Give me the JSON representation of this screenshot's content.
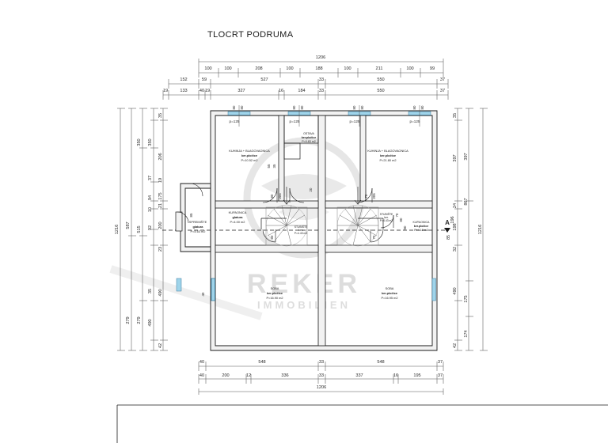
{
  "page": {
    "title": "TLOCRT PODRUMA",
    "watermark_line1": "REKER",
    "watermark_line2": "IMMOBILIEN",
    "section_marker": "A"
  },
  "colors": {
    "ink": "#1a1a1a",
    "wall_fill": "#f2f2f2",
    "window_glass": "#9fd4ea",
    "dim_line": "#555555",
    "watermark": "#d8d8d8",
    "hatch": "#bdbdbd"
  },
  "dimensions": {
    "top": {
      "overall": "1206",
      "row1": [
        "100",
        "100",
        "208",
        "100",
        "188",
        "100",
        "211",
        "100",
        "99"
      ],
      "row2": [
        "152",
        "59",
        "527",
        "33",
        "550",
        "37"
      ],
      "row3": [
        "19",
        "133",
        "40",
        "19",
        "327",
        "16",
        "184",
        "33",
        "550",
        "37"
      ]
    },
    "bottom": {
      "row1": [
        "40",
        "548",
        "33",
        "548",
        "37"
      ],
      "row2": [
        "40",
        "200",
        "12",
        "336",
        "33",
        "337",
        "16",
        "195",
        "37"
      ],
      "overall": "1206"
    },
    "left": {
      "overall": "1216",
      "col_outer": [
        "587",
        "279"
      ],
      "col_mid": [
        "350",
        "515",
        "279"
      ],
      "col_inner": [
        "350",
        "37",
        "92",
        "10",
        "94",
        "35",
        "490"
      ],
      "col_near": [
        "35",
        "206",
        "19",
        "175",
        "21",
        "200",
        "23",
        "490",
        "42"
      ]
    },
    "right": {
      "col_near": [
        "35",
        "397",
        "24",
        "198",
        "32",
        "490",
        "42"
      ],
      "col_mid": [
        "397",
        "867",
        "175",
        "174"
      ],
      "overall": "1216",
      "marker_value": "196",
      "marker_value2": "85"
    }
  },
  "windows": [
    {
      "label": "p=125",
      "top_dims": [
        "80",
        "80"
      ]
    },
    {
      "label": "p=125",
      "top_dims": [
        "80",
        "80"
      ]
    },
    {
      "label": "p=125",
      "top_dims": [
        "80",
        "80"
      ]
    },
    {
      "label": "p=125",
      "top_dims": [
        "80",
        "80"
      ]
    }
  ],
  "rooms": [
    {
      "name": "KUHINJA + BLAGOVAONICA",
      "finish": "ker.pločice",
      "area": "P=10.52 m2"
    },
    {
      "name": "OSTAVA",
      "finish": "ker.pločice",
      "area": "P=0.83 m2"
    },
    {
      "name": "KUHINJA + BLAGOVAONICA",
      "finish": "ker.pločice",
      "area": "P=21.80 m2"
    },
    {
      "name": "KUPAONICA",
      "finish": "glatura",
      "area": "P=4.00 m2"
    },
    {
      "name": "SPREMIŠTE",
      "finish": "glatura",
      "area": "P=4.63 m2"
    },
    {
      "name": "STUBIŠTE",
      "finish": "ker.",
      "area": "P=4.43 m2"
    },
    {
      "name": "STUBIŠTE",
      "finish": "ker.",
      "area": "P=4.43 m2"
    },
    {
      "name": "KUPAONICA",
      "finish": "ker.pločice",
      "area": "P=4.10 m2"
    },
    {
      "name": "SOBA",
      "finish": "ker.pločice",
      "area": "P=16.90 m2"
    },
    {
      "name": "SOBA",
      "finish": "ker.pločice",
      "area": "P=16.95 m2"
    }
  ],
  "door_marks": [
    "80",
    "70",
    "80",
    "70",
    "80",
    "205",
    "205",
    "90",
    "90"
  ],
  "inner_marks": [
    "55",
    "35",
    "20",
    "70",
    "85",
    "40"
  ]
}
